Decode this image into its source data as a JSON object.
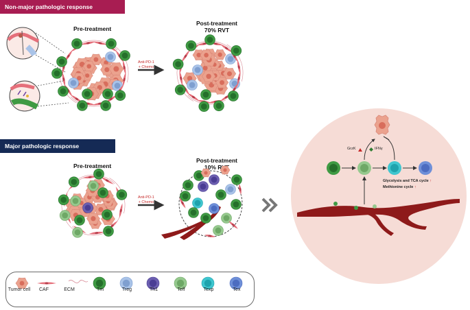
{
  "top_panel": {
    "banner": "Non-major pathologic response",
    "pre_label": "Pre-treatment",
    "post_label_line1": "Post-treatment",
    "post_label_line2": "70% RVT",
    "treatment_line1": "Anti-PD-1",
    "treatment_line2": "+ Chemo"
  },
  "bottom_panel": {
    "banner": "Major pathologic response",
    "pre_label": "Pre-treatment",
    "post_label_line1": "Post-treatment",
    "post_label_line2": "10% RVT",
    "treatment_line1": "Anti-PD-1",
    "treatment_line2": "+ Chemo"
  },
  "mechanism": {
    "grzk": "GrzK",
    "ifng": "IFNγ",
    "glycolysis": "Glycolysis and TCA cycle",
    "methionine": "Methionine cycle"
  },
  "legend": [
    {
      "label": "Tumor cell"
    },
    {
      "label": "CAF"
    },
    {
      "label": "ECM"
    },
    {
      "label": "Tm"
    },
    {
      "label": "Treg"
    },
    {
      "label": "Th1"
    },
    {
      "label": "Teff"
    },
    {
      "label": "Texp"
    },
    {
      "label": "Tex"
    }
  ],
  "colors": {
    "tumor": "#eba28e",
    "tumor_dark": "#d86d5c",
    "caf": "#e56f7a",
    "tm": "#3f9a43",
    "treg": "#a9c3e8",
    "th1": "#6c5fb0",
    "teff": "#96c98e",
    "texp": "#3fc6cf",
    "tex": "#6e8fd8",
    "vessel": "#8e1a1a",
    "circle_bg": "#f6dcd6",
    "banner_red": "#a81d52",
    "banner_navy": "#152a55"
  }
}
